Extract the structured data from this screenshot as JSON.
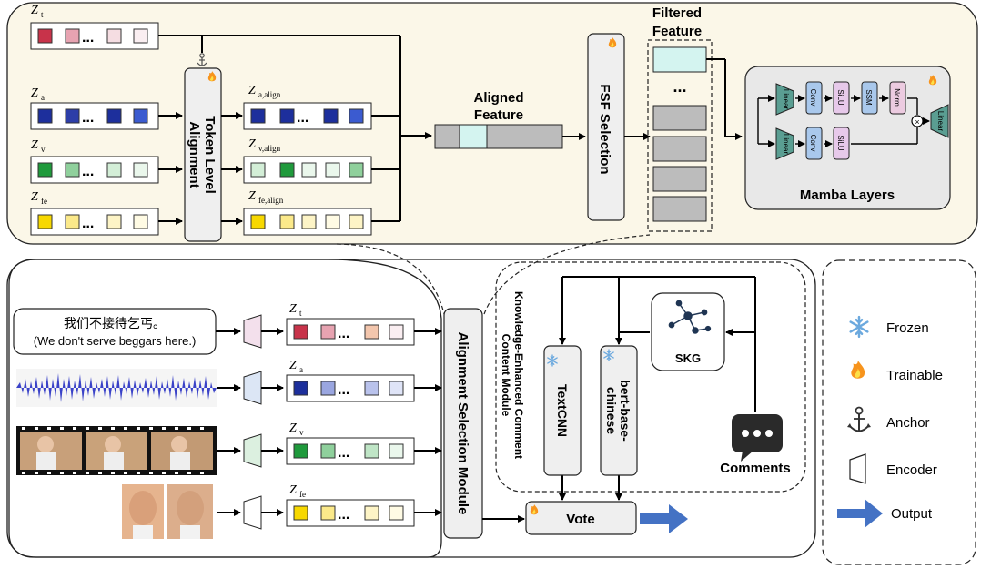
{
  "top": {
    "z_t": "Z",
    "z_t_sub": "t",
    "z_a": "Z",
    "z_a_sub": "a",
    "z_v": "Z",
    "z_v_sub": "v",
    "z_fe": "Z",
    "z_fe_sub": "fe",
    "z_a_align_sub": "a,align",
    "z_v_align_sub": "v,align",
    "z_fe_align_sub": "fe,align",
    "token_level_line1": "Token Level",
    "token_level_line2": "Alignment",
    "aligned_feature_line1": "Aligned",
    "aligned_feature_line2": "Feature",
    "fsf_selection": "FSF Selection",
    "filtered_feature_line1": "Filtered",
    "filtered_feature_line2": "Feature",
    "ellipsis": "...",
    "mamba_title": "Mamba Layers",
    "mamba_blocks": {
      "linear": "Linear",
      "conv": "Conv",
      "silu": "SiLU",
      "ssm": "SSM",
      "norm": "Norm"
    }
  },
  "bottom": {
    "caption_zh": "我们不接待乞丐。",
    "caption_en": "(We don't serve beggars here.)",
    "alignment_selection_module": "Alignment Selection Module",
    "kecc_line1": "Knowledge-Enhanced Comment",
    "kecc_line2": "Content Module",
    "textcnn": "TextCNN",
    "bert_line1": "bert-base-",
    "bert_line2": "chinese",
    "skg": "SKG",
    "comments": "Comments",
    "vote": "Vote"
  },
  "legend": {
    "frozen": "Frozen",
    "trainable": "Trainable",
    "anchor": "Anchor",
    "encoder": "Encoder",
    "output": "Output"
  },
  "colors": {
    "panel_bg": "#fbf7e8",
    "text_red": "#c8334a",
    "audio_blue": "#1d2f9c",
    "visual_green": "#1f9a3c",
    "face_yellow": "#f7d800",
    "output_arrow": "#4472c4",
    "mamba_linear": "#5a9e92",
    "mamba_conv": "#a9c8ec",
    "mamba_silu": "#e7c9ea",
    "mamba_ssm": "#a9c8ec",
    "mamba_norm": "#eccbe0"
  }
}
